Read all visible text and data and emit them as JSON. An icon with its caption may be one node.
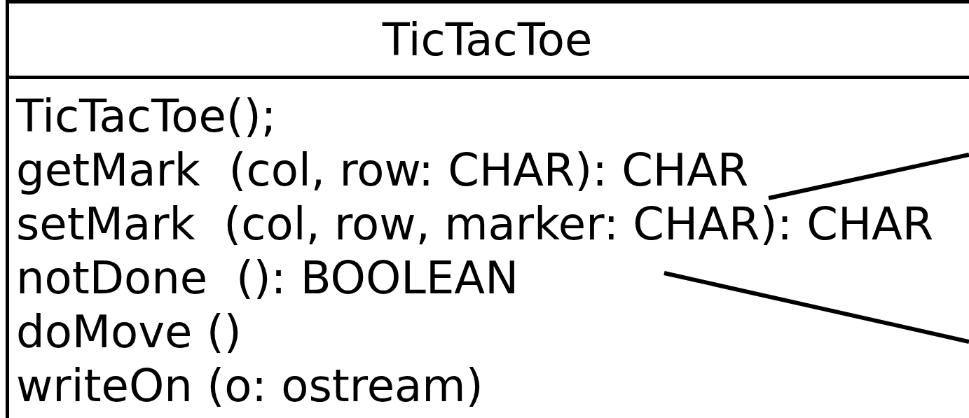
{
  "diagram": {
    "nodes": [
      {
        "text": [
          "TicTacToe"
        ]
      },
      {
        "text": [
          "TicTacToe();",
          "getMark  (col, row: CHAR): CHAR",
          "setMark  (col, row, marker: CHAR): CHAR",
          "notDone  (): BOOLEAN",
          "doMove ()",
          "writeOn (o: ostream)"
        ],
        "in": 0
      }
    ],
    "edges": [
      {
        "from": 1,
        "to": null,
        "arrow": "none"
      },
      {
        "from": 1,
        "to": null,
        "arrow": "none"
      }
    ]
  }
}
